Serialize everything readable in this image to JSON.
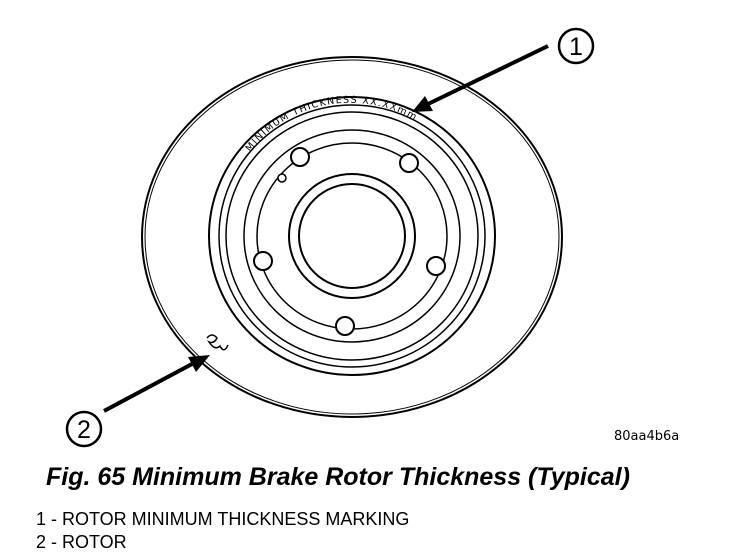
{
  "diagram": {
    "rotor_marking_text": "MINIMUM THICKNESS XX.XXmm",
    "callouts": [
      {
        "number": "1"
      },
      {
        "number": "2"
      }
    ]
  },
  "image_code": "80aa4b6a",
  "caption": "Fig. 65 Minimum Brake Rotor Thickness (Typical)",
  "legend": [
    {
      "text": "1 - ROTOR MINIMUM THICKNESS MARKING"
    },
    {
      "text": "2 - ROTOR"
    }
  ]
}
